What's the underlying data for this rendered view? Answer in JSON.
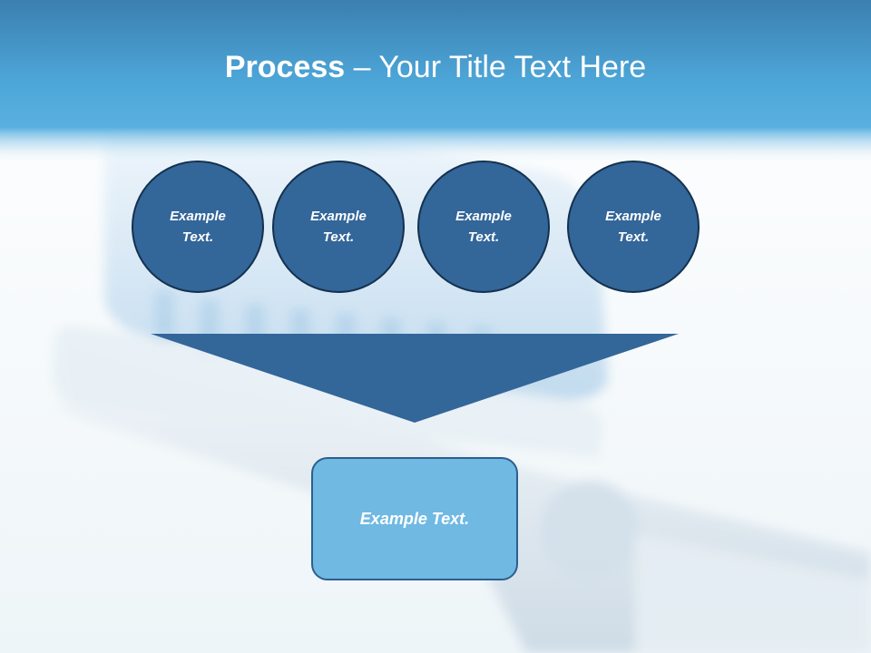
{
  "slide": {
    "title_bold": "Process",
    "title_rest": " – Your Title Text Here",
    "circles": [
      {
        "text": "Example Text."
      },
      {
        "text": "Example Text."
      },
      {
        "text": "Example Text."
      },
      {
        "text": "Example Text."
      }
    ],
    "result_box": {
      "text": "Example Text."
    }
  },
  "colors": {
    "header_blue": "#4aa3d6",
    "circle_fill": "#336699",
    "circle_border": "#14314f",
    "arrow_fill": "#336699",
    "box_fill": "#6fb9e3",
    "box_border": "#2c5f8e",
    "text": "#ffffff"
  },
  "icons": [
    "toothbrush-image"
  ]
}
